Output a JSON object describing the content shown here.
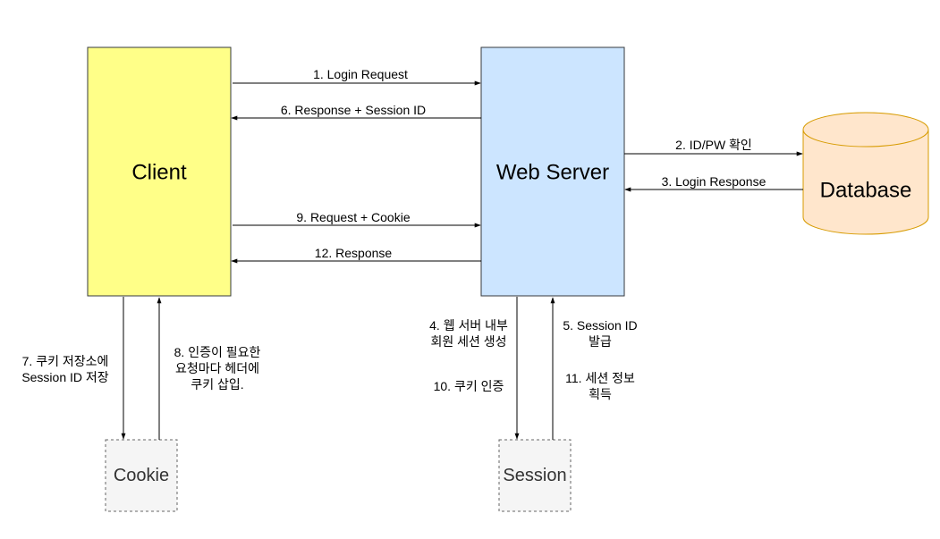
{
  "colors": {
    "client_fill": "#ffff88",
    "client_stroke": "#36393d",
    "server_fill": "#cce5ff",
    "server_stroke": "#36393d",
    "database_fill": "#ffe6cc",
    "database_stroke": "#d79b00",
    "store_fill": "#f5f5f5",
    "store_stroke": "#666666",
    "store_text": "#333333",
    "edge": "#000000"
  },
  "nodes": {
    "client": {
      "label": "Client"
    },
    "web_server": {
      "label": "Web Server"
    },
    "database": {
      "label": "Database"
    },
    "cookie": {
      "label": "Cookie"
    },
    "session": {
      "label": "Session"
    }
  },
  "edges": {
    "login_request": {
      "label": "1. Login Request"
    },
    "id_pw_check": {
      "label": "2. ID/PW 확인"
    },
    "login_response": {
      "label": "3. Login Response"
    },
    "create_session": {
      "lines": [
        "4. 웹 서버 내부",
        "회원 세션 생성"
      ]
    },
    "issue_session_id": {
      "lines": [
        "5. Session ID",
        "발급"
      ]
    },
    "response_session_id": {
      "label": "6. Response + Session ID"
    },
    "store_cookie": {
      "lines": [
        "7. 쿠키 저장소에",
        "Session ID 저장"
      ]
    },
    "insert_cookie_header": {
      "lines": [
        "8. 인증이 필요한",
        "요청마다 헤더에",
        "쿠키 삽입."
      ]
    },
    "request_cookie": {
      "label": "9. Request + Cookie"
    },
    "cookie_auth": {
      "label": "10. 쿠키 인증"
    },
    "get_session_info": {
      "lines": [
        "11. 세션 정보",
        "획득"
      ]
    },
    "response": {
      "label": "12. Response"
    }
  }
}
